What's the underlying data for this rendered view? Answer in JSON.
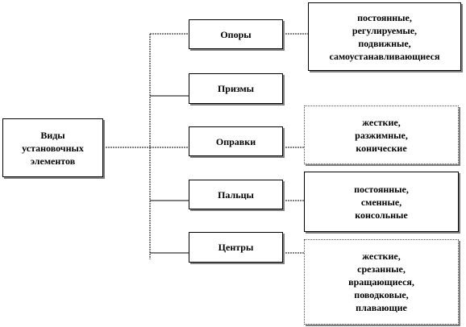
{
  "root": {
    "label": "Виды\nустановочных\nэлементов"
  },
  "branches": [
    {
      "label": "Опоры",
      "detail": "постоянные,\nрегулируемые,\nподвижные,\nсамоустанавливающиеся"
    },
    {
      "label": "Призмы",
      "detail": ""
    },
    {
      "label": "Оправки",
      "detail": "жесткие,\nразжимные,\nконические"
    },
    {
      "label": "Пальцы",
      "detail": "постоянные,\nсменные,\nконсольные"
    },
    {
      "label": "Центры",
      "detail": "жесткие,\nсрезанные,\nвращающиеся,\nповодковые,\nплавающие"
    }
  ]
}
